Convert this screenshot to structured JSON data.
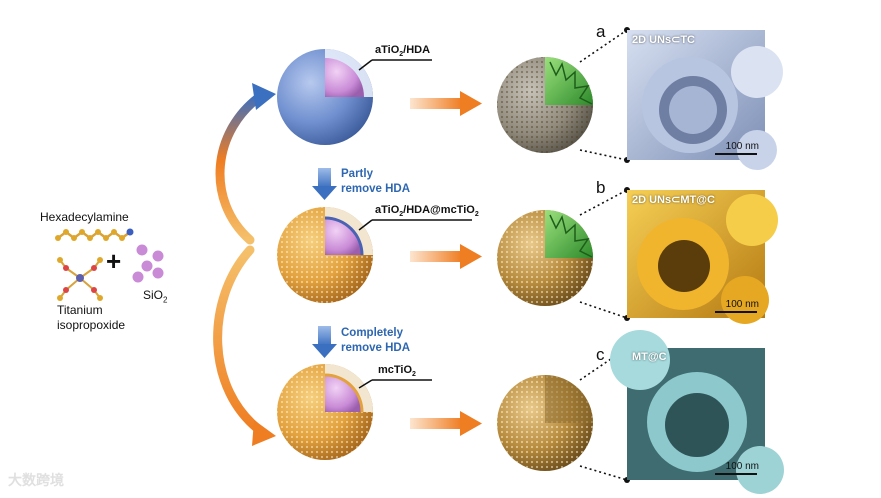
{
  "reagents": {
    "hexadecylamine": "Hexadecylamine",
    "plus": "+",
    "titanium": "Titanium",
    "isopropoxide": "isopropoxide",
    "sio2_main": "SiO",
    "sio2_sub": "2"
  },
  "spheres": {
    "s1": {
      "main": "aTiO",
      "sub": "2",
      "tail": "/HDA"
    },
    "s2": {
      "main": "aTiO",
      "sub": "2",
      "mid": "/HDA@mcTiO",
      "sub2": "2"
    },
    "s3": {
      "main": "mcTiO",
      "sub": "2"
    }
  },
  "steps": {
    "partly_1": "Partly",
    "partly_2": "remove HDA",
    "completely_1": "Completely",
    "completely_2": "remove HDA"
  },
  "panels": {
    "a": {
      "letter": "a",
      "label": "2D UNs⊂TC",
      "scale": "100 nm"
    },
    "b": {
      "letter": "b",
      "label": "2D UNs⊂MT@C",
      "scale": "100 nm"
    },
    "c": {
      "letter": "c",
      "label": "MT@C",
      "scale": "100 nm"
    }
  },
  "watermark": "大数跨境",
  "colors": {
    "blue_sphere": "#6f8fcf",
    "orange_sphere": "#e3a23e",
    "pink_core": "#c98bd6",
    "arrow_orange": "#ef7d22",
    "arrow_blue": "#3b6fc0",
    "step_text": "#2e67b1",
    "sem_a": "#a9b8d8",
    "sem_b": "#e2a727",
    "sem_c": "#8cc8cc"
  }
}
